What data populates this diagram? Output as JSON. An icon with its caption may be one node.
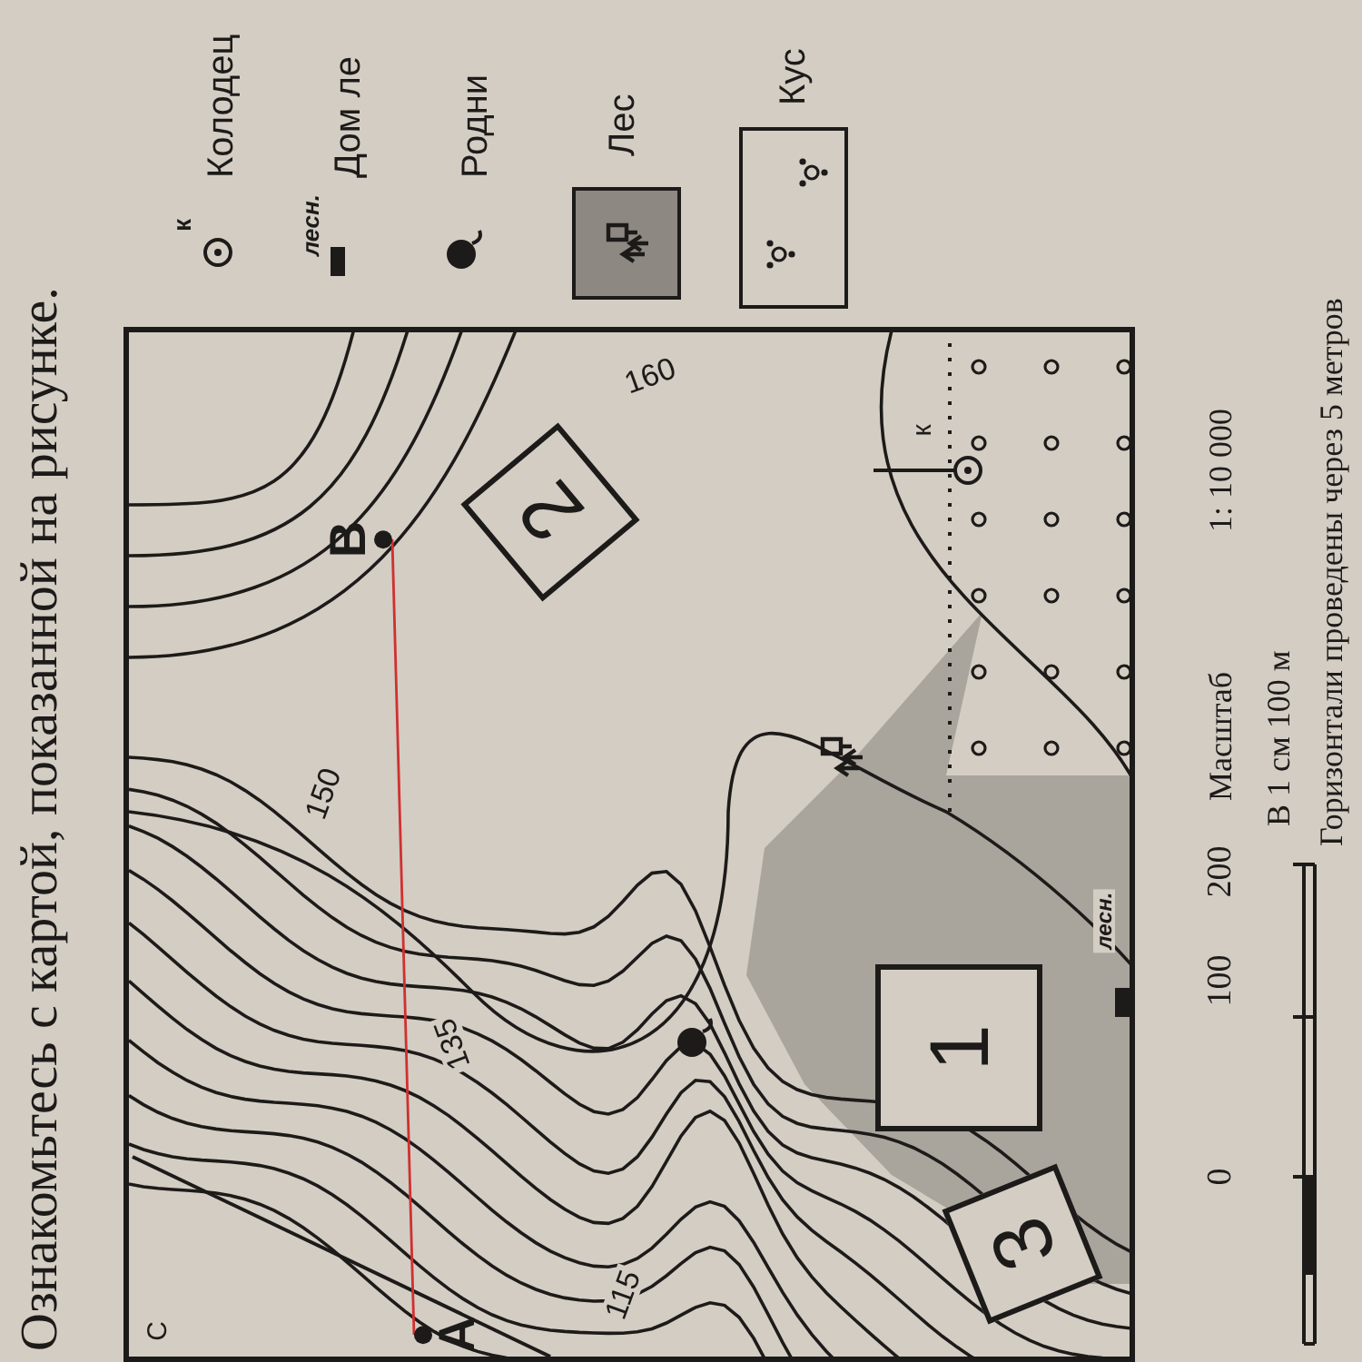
{
  "diagram": {
    "title": "Ознакомьтесь с картой, показанной на рисунке.",
    "nodes": [
      {
        "text": [
          "В"
        ]
      },
      {
        "text": [
          "А"
        ]
      },
      {
        "text": [
          "2"
        ]
      },
      {
        "text": [
          "1"
        ]
      },
      {
        "text": [
          "3"
        ]
      }
    ],
    "edges": [
      {
        "from": 1,
        "to": 0,
        "arrow": "none",
        "color": "#d03030"
      }
    ],
    "labels": [
      "150",
      "135",
      "115",
      "160",
      "к",
      "лесн.",
      "С",
      "к",
      "лесн.",
      "0",
      "100",
      "200",
      "Масштаб",
      "1: 10 000",
      "В 1 см 100 м",
      "Горизонтали проведены через 5 метров"
    ],
    "legend": [
      {
        "text": "Колодец"
      },
      {
        "text": "Дом ле"
      },
      {
        "text": "Родни"
      },
      {
        "text": "Лес"
      },
      {
        "text": "Кус"
      }
    ]
  }
}
